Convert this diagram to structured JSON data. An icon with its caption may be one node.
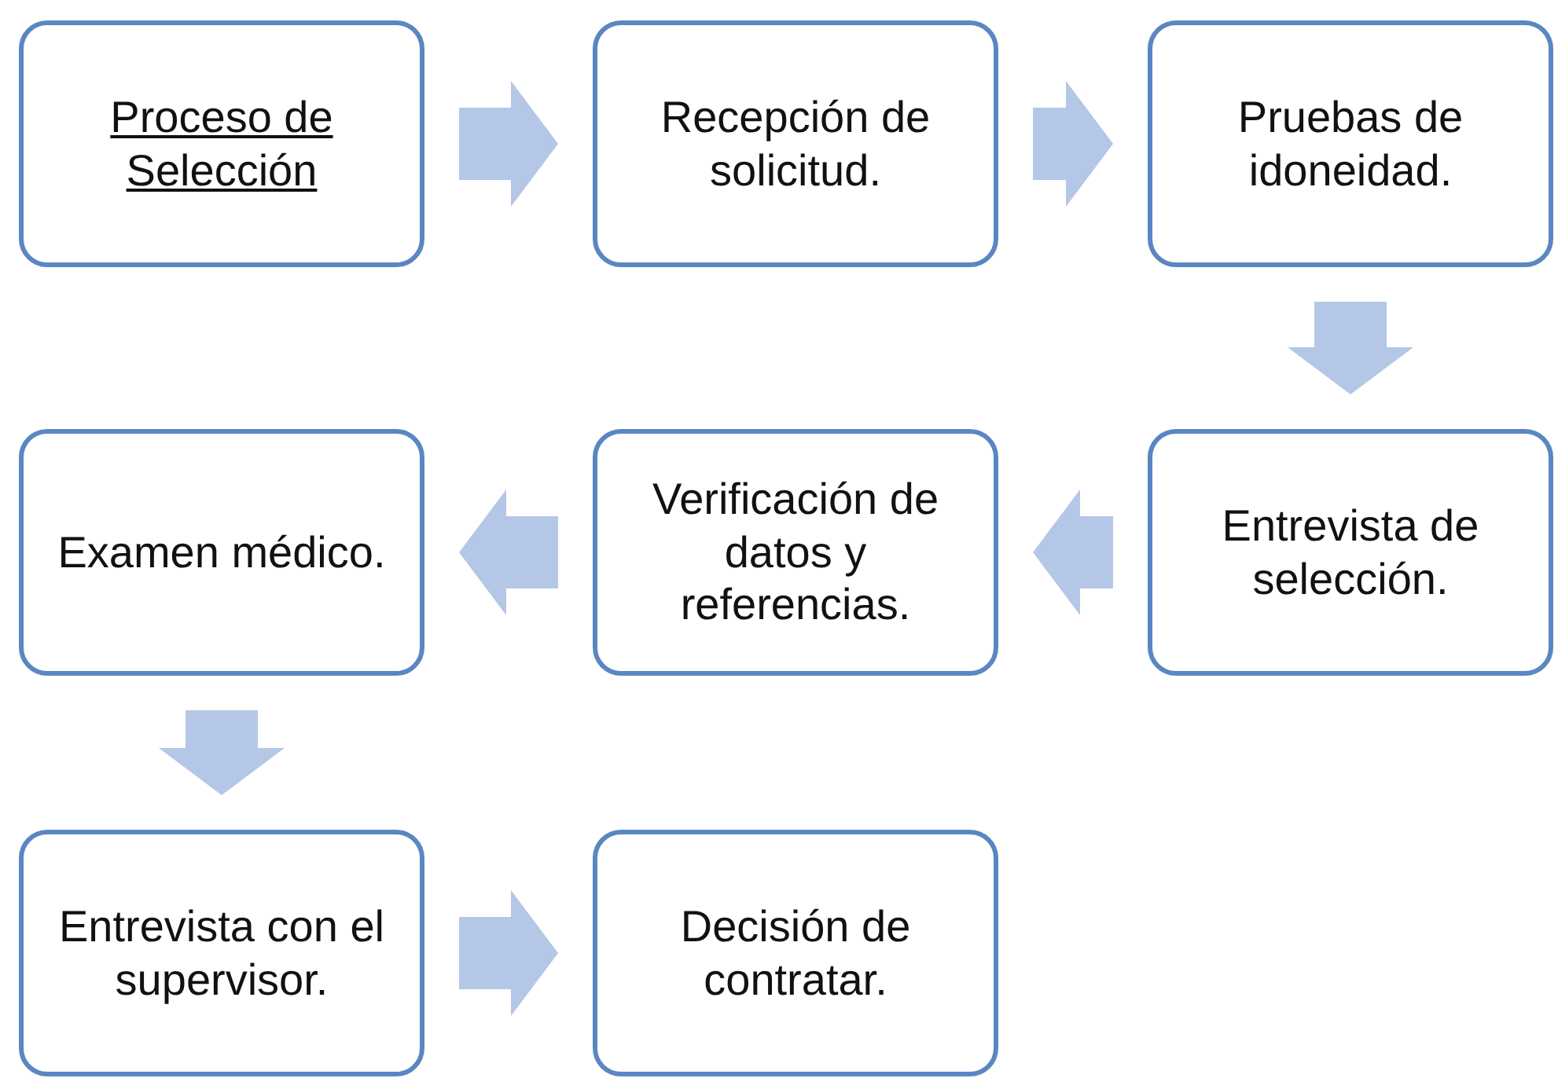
{
  "diagram": {
    "nodes": [
      {
        "text": [
          "Proceso de Selección"
        ]
      },
      {
        "text": [
          "Recepción de solicitud."
        ]
      },
      {
        "text": [
          "Pruebas de idoneidad."
        ]
      },
      {
        "text": [
          "Entrevista de selección."
        ]
      },
      {
        "text": [
          "Verificación de datos y referencias."
        ]
      },
      {
        "text": [
          "Examen médico."
        ]
      },
      {
        "text": [
          "Entrevista con el supervisor."
        ]
      },
      {
        "text": [
          "Decisión de contratar."
        ]
      }
    ],
    "edges": [
      {
        "from": 0,
        "to": 1,
        "arrow": "to"
      },
      {
        "from": 1,
        "to": 2,
        "arrow": "to"
      },
      {
        "from": 2,
        "to": 3,
        "arrow": "to"
      },
      {
        "from": 3,
        "to": 4,
        "arrow": "to"
      },
      {
        "from": 4,
        "to": 5,
        "arrow": "to"
      },
      {
        "from": 5,
        "to": 6,
        "arrow": "to"
      },
      {
        "from": 6,
        "to": 7,
        "arrow": "to"
      }
    ]
  }
}
